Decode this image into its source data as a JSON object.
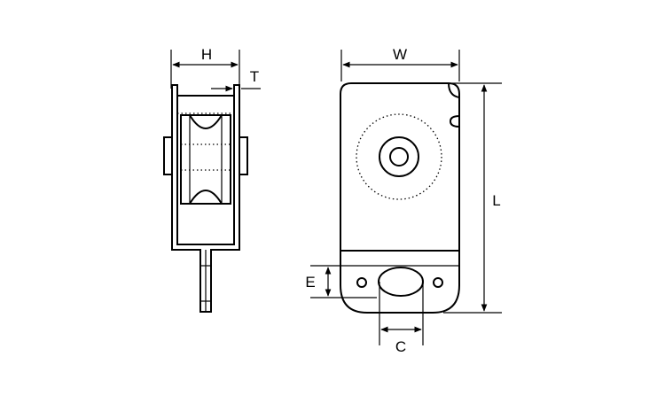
{
  "labels": {
    "height": "H",
    "thickness": "T",
    "width": "W",
    "length": "L",
    "edge": "E",
    "center": "C"
  }
}
